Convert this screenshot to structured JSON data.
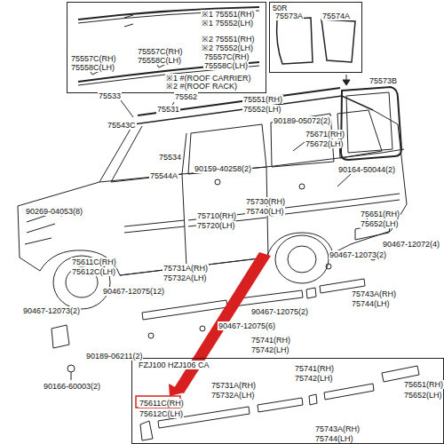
{
  "diagram": {
    "nodes": [
      {
        "text": [
          "※1 75551(RH)",
          "※1 75552(LH)",
          "※2 75551(RH)",
          "※2 75552(LH)",
          "75557C(RH)",
          "75558C(LH)",
          "75557C(RH)",
          "75558C(LH)",
          "75557C(RH)",
          "75558C(LH)",
          "※1 #(ROOF CARRIER)",
          "※2 #(ROOF RACK)"
        ]
      },
      {
        "text": [
          "50R",
          "75573A",
          "75574A"
        ]
      },
      {
        "text": [
          "FZJ100 HZJ106 CA",
          "75611C(RH)",
          "75612C(LH)",
          "75731A(RH)",
          "75732A(LH)",
          "75741(RH)",
          "75742(LH)",
          "75651(RH)",
          "75652(LH)",
          "75743A(RH)",
          "75744(LH)"
        ]
      }
    ],
    "labels": [
      "75573B",
      "75533",
      "75562",
      "75551(RH)",
      "75552(LH)",
      "75531",
      "75543C",
      "90189-05072(2)",
      "75671(RH)",
      "75672(LH)",
      "75534",
      "90159-40258(2)",
      "75544A",
      "90164-50044(2)",
      "90269-04053(8)",
      "75730(RH)",
      "75740(LH)",
      "75710(RH)",
      "75720(LH)",
      "75651(RH)",
      "75652(LH)",
      "90467-12072(4)",
      "90467-12073(2)",
      "75611C(RH)",
      "75612C(LH)",
      "75731A(RH)",
      "75732A(LH)",
      "90467-12075(12)",
      "75743A(RH)",
      "75744(LH)",
      "90467-12073(2)",
      "90467-12075(2)",
      "90467-12075(6)",
      "75741(RH)",
      "75742(LH)",
      "90189-06211(2)",
      "90166-60003(2)"
    ]
  }
}
